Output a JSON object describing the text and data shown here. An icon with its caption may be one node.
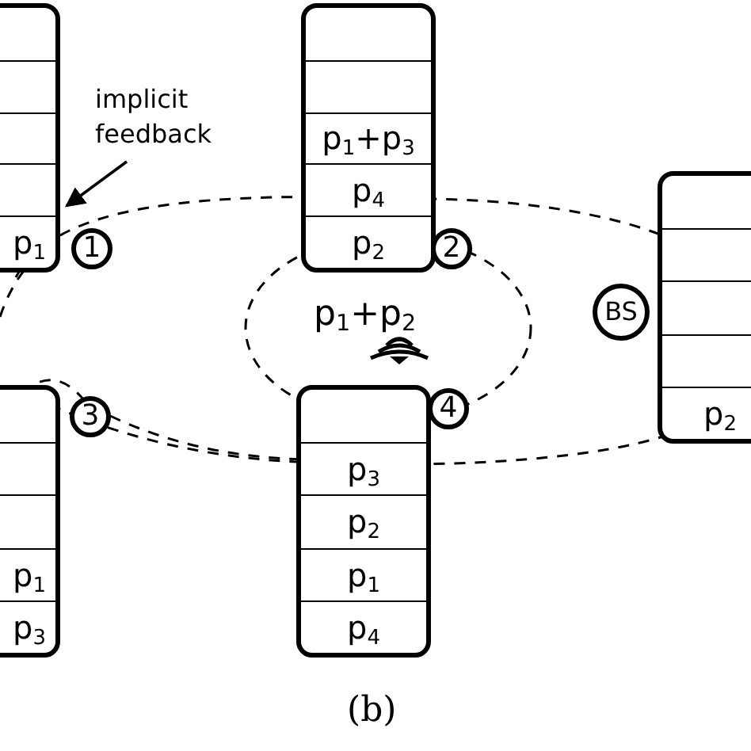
{
  "diagram": {
    "caption": "(b)",
    "nodes": [
      {
        "text": [],
        "shape": "box"
      },
      {
        "text": [
          "p$_{1}$"
        ],
        "in": 0
      },
      {
        "text": [
          "1"
        ]
      },
      {
        "text": [
          "implicit feedback"
        ]
      },
      {
        "text": [],
        "shape": "box"
      },
      {
        "text": [
          "p$_{1}$+p$_{3}$"
        ],
        "in": 4
      },
      {
        "text": [
          "p$_{4}$"
        ],
        "in": 4
      },
      {
        "text": [
          "p$_{2}$"
        ],
        "in": 4
      },
      {
        "text": [
          "2"
        ]
      },
      {
        "text": [
          "BS"
        ]
      },
      {
        "text": [],
        "shape": "box"
      },
      {
        "text": [
          "p$_{2}$"
        ],
        "in": 10
      },
      {
        "text": [],
        "shape": "box"
      },
      {
        "text": [
          "p$_{1}$"
        ],
        "in": 12
      },
      {
        "text": [
          "p$_{3}$"
        ],
        "in": 12
      },
      {
        "text": [
          "3"
        ]
      },
      {
        "text": [
          "4"
        ]
      },
      {
        "text": [],
        "shape": "box"
      },
      {
        "text": [
          "p$_{3}$"
        ],
        "in": 17
      },
      {
        "text": [
          "p$_{2}$"
        ],
        "in": 17
      },
      {
        "text": [
          "p$_{1}$"
        ],
        "in": 17
      },
      {
        "text": [
          "p$_{4}$"
        ],
        "in": 17
      }
    ],
    "edges": [
      {
        "from": 3,
        "to": 0,
        "arrow": "to"
      }
    ],
    "labels": [
      "p$_{1}$+p$_{2}$"
    ]
  }
}
